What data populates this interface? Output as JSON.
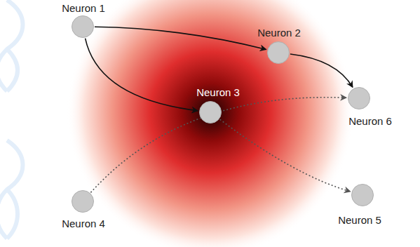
{
  "diagram": {
    "nodes": [
      {
        "text": [
          "Neuron 1"
        ]
      },
      {
        "text": [
          "Neuron 2"
        ]
      },
      {
        "text": [
          "Neuron 3"
        ]
      },
      {
        "text": [
          "Neuron 6"
        ]
      },
      {
        "text": [
          "Neuron 4"
        ]
      },
      {
        "text": [
          "Neuron 5"
        ]
      }
    ],
    "edges": [
      {
        "from": 0,
        "to": 1,
        "arrow": "to"
      },
      {
        "from": 0,
        "to": 2,
        "arrow": "to"
      },
      {
        "from": 1,
        "to": 3,
        "arrow": "to"
      },
      {
        "from": 4,
        "to": 3,
        "arrow": "to"
      },
      {
        "from": 2,
        "to": 5,
        "arrow": "to"
      }
    ]
  }
}
